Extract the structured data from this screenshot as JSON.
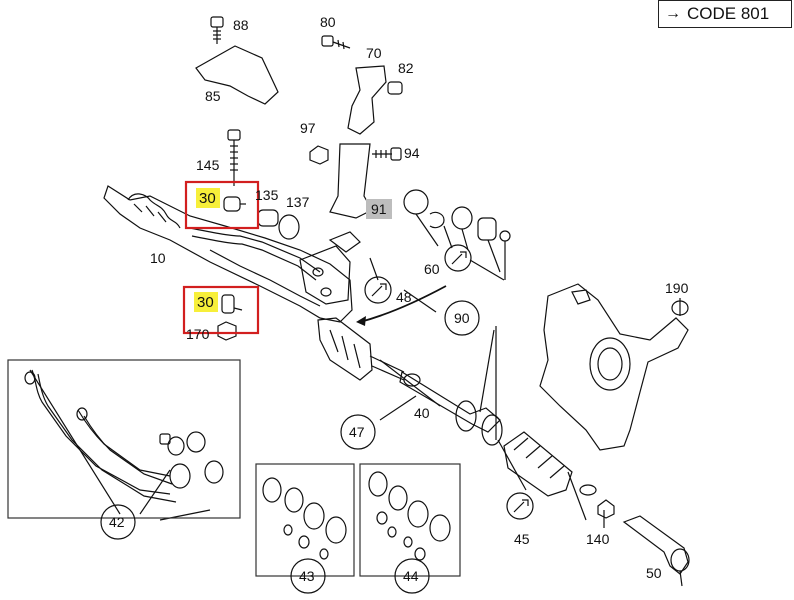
{
  "code_box": {
    "arrow": "→",
    "text": "CODE 801"
  },
  "highlight_color": "#f7ef3a",
  "box_color": "#d21f1f",
  "parts": {
    "p88": "88",
    "p85": "85",
    "p80": "80",
    "p70": "70",
    "p82": "82",
    "p97": "97",
    "p94": "94",
    "p91": "91",
    "p145": "145",
    "p30a": "30",
    "p135": "135",
    "p137": "137",
    "p10": "10",
    "p30b": "30",
    "p170": "170",
    "p48": "48",
    "p60": "60",
    "p90": "90",
    "p190": "190",
    "p40": "40",
    "p47": "47",
    "p42": "42",
    "p43": "43",
    "p44": "44",
    "p45": "45",
    "p140": "140",
    "p50": "50"
  }
}
